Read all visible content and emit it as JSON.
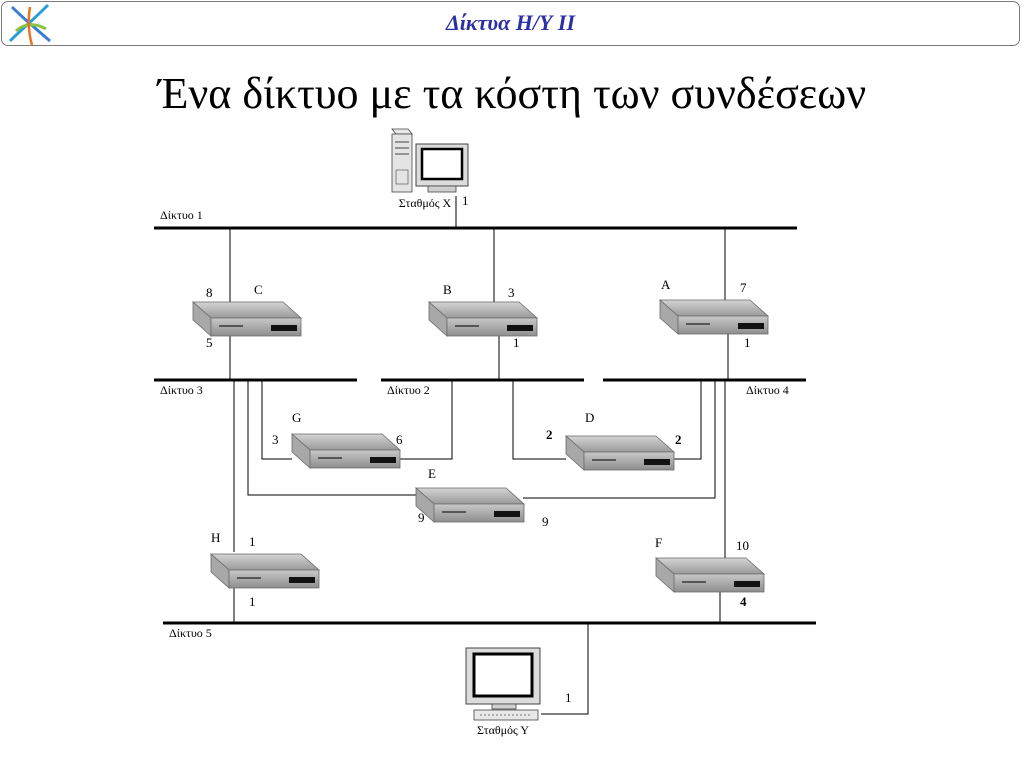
{
  "header": {
    "course_title": "Δίκτυα Η/Υ ΙΙ"
  },
  "slide": {
    "title": "Ένα δίκτυο με τα κόστη των συνδέσεων"
  },
  "diagram": {
    "stations": {
      "x": "Σταθμός Χ",
      "y": "Σταθμός Υ"
    },
    "networks": {
      "n1": "Δίκτυο 1",
      "n2": "Δίκτυο 2",
      "n3": "Δίκτυο 3",
      "n4": "Δίκτυο 4",
      "n5": "Δίκτυο 5"
    },
    "routers": {
      "a": "A",
      "b": "B",
      "c": "C",
      "d": "D",
      "e": "E",
      "f": "F",
      "g": "G",
      "h": "H"
    },
    "costs": {
      "x_link": "1",
      "c_top": "8",
      "c_bottom": "5",
      "b_top": "3",
      "b_bottom": "1",
      "a_top": "7",
      "a_bottom": "1",
      "g_left": "3",
      "g_right": "6",
      "d_left": "2",
      "d_right": "2",
      "e_left": "9",
      "e_right": "9",
      "h_top": "1",
      "h_bottom": "1",
      "f_top": "10",
      "f_bottom": "4",
      "y_link": "1"
    }
  }
}
